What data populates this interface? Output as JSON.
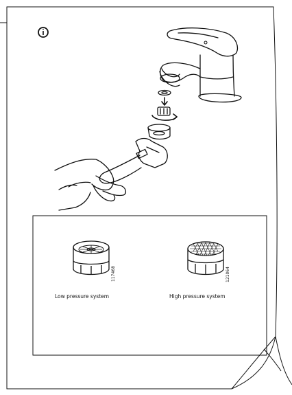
{
  "info_icon": "info-circle-icon",
  "panel": {
    "items": [
      {
        "caption": "Low pressure system",
        "code": "117468"
      },
      {
        "caption": "High pressure system",
        "code": "121064"
      }
    ]
  }
}
